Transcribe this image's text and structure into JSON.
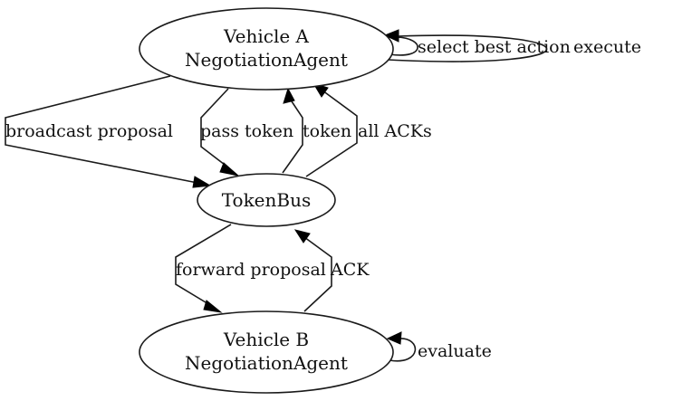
{
  "diagram": {
    "type": "directed-graph",
    "nodes": {
      "vehicle_a": {
        "line1": "Vehicle A",
        "line2": "NegotiationAgent"
      },
      "token_bus": {
        "label": "TokenBus"
      },
      "vehicle_b": {
        "line1": "Vehicle B",
        "line2": "NegotiationAgent"
      }
    },
    "edges": {
      "broadcast_proposal": {
        "from": "Vehicle A",
        "to": "TokenBus",
        "label": "broadcast proposal"
      },
      "pass_token": {
        "from": "Vehicle A",
        "to": "TokenBus",
        "label": "pass token"
      },
      "token": {
        "from": "TokenBus",
        "to": "Vehicle A",
        "label": "token"
      },
      "all_acks": {
        "from": "TokenBus",
        "to": "Vehicle A",
        "label": "all ACKs"
      },
      "select_best_action": {
        "from": "Vehicle A",
        "to": "Vehicle A",
        "label": "select best action"
      },
      "execute": {
        "from": "Vehicle A",
        "to": "Vehicle A",
        "label": "execute"
      },
      "forward_proposal": {
        "from": "TokenBus",
        "to": "Vehicle B",
        "label": "forward proposal"
      },
      "ack": {
        "from": "Vehicle B",
        "to": "TokenBus",
        "label": "ACK"
      },
      "evaluate": {
        "from": "Vehicle B",
        "to": "Vehicle B",
        "label": "evaluate"
      }
    }
  }
}
